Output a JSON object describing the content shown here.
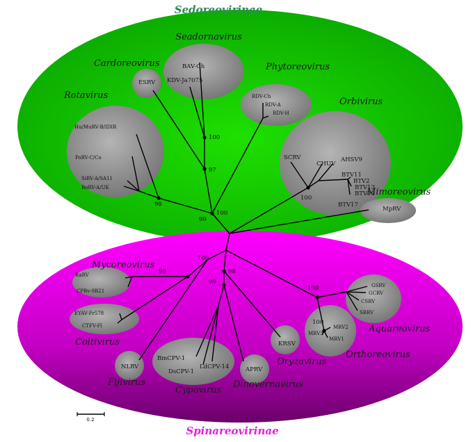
{
  "subfamilies": {
    "top": {
      "label": "Sedoreovirinae",
      "color": "#2e8b57"
    },
    "bottom": {
      "label": "Spinareovirinae",
      "color": "#e020e0"
    }
  },
  "colors": {
    "top_ellipse": "#22dd00",
    "bottom_ellipse": "#ff00ff",
    "clade_bubble": "#8a8a8a"
  },
  "genera": {
    "seadornavirus": "Seadornavirus",
    "cardoreovirus": "Cardoreovirus",
    "phytoreovirus": "Phytoreovirus",
    "rotavirus": "Rotavirus",
    "orbivirus": "Orbivirus",
    "mimoreovirus": "Mimoreovirus",
    "mycoreovirus": "Mycoreovirus",
    "coltivirus": "Coltivirus",
    "fijivirus": "Fijivirus",
    "cypovirus": "Cypovirus",
    "dinovernavirus": "Dinovernavirus",
    "oryzavirus": "Oryzavirus",
    "orthoreovirus": "Orthoreovirus",
    "aquareovirus": "Aquareovirus"
  },
  "taxa": {
    "bav_ch": "BAV-Ch",
    "kdv_ja7075": "KDV-Ja7075",
    "esrv": "ESRV",
    "rdv_ch": "RDV-Ch",
    "rdv_a": "RDV-A",
    "rdv_h": "RDV-H",
    "hu_murv": "Hu/MuRV-B/IDIR",
    "porv": "PoRV-C/Co",
    "sirv": "SiRV-A/SA11",
    "borv": "BoRV-A/UK",
    "scrv": "SCRV",
    "chuv": "CHUV",
    "ahsv9": "AHSV9",
    "btv11": "BTV11",
    "btv2": "BTV2",
    "btv13": "BTV13",
    "btv10": "BTV10",
    "btv17": "BTV17",
    "mprv": "MpRV",
    "rarv": "RaRV",
    "cprv": "CPRv-9B21",
    "eyav": "EYAV-Fr578",
    "ctfv": "CTFV-Fl",
    "nlrv": "NLRV",
    "bmcpv": "BmCPV-1",
    "dscpv": "DsCPV-1",
    "ldcpv": "LdCPV-14",
    "aprv": "APRV",
    "krsv": "KRSV",
    "gsrv": "GSRV",
    "gcrv": "GCRV",
    "csrv": "CSRV",
    "sbrv": "SBRV",
    "mrv2": "MRV2",
    "mrv3": "MRV3",
    "mrv1": "MRV1"
  },
  "bootstrap": {
    "seadorna_100": "100",
    "seadorna_97": "97",
    "rota_98": "98",
    "center_99": "99",
    "center_100": "100",
    "orbi_100": "100",
    "myco_99": "99",
    "spina_100": "100",
    "cypo_98": "98",
    "cypo_99": "99",
    "aqua_100": "100",
    "ortho_100": "100"
  },
  "scale": {
    "label": "0.2"
  }
}
